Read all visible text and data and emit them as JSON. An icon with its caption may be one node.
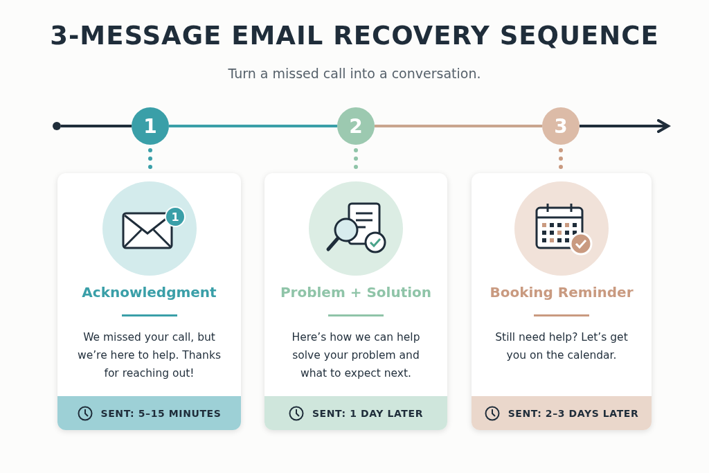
{
  "diagram": {
    "title": "3-MESSAGE EMAIL RECOVERY SEQUENCE",
    "caption": "Turn a missed call into a conversation.",
    "nodes": [
      {
        "text": [],
        "shape": "circle"
      },
      {
        "text": [
          "1"
        ]
      },
      {
        "text": [
          "2"
        ]
      },
      {
        "text": [
          "3"
        ]
      },
      {
        "text": [
          "Acknowledgment",
          "We missed your call, but we’re here to help. Thanks for reaching out!",
          "SENT: 5–15 MINUTES"
        ]
      },
      {
        "text": [
          "Problem + Solution",
          "Here’s how we can help solve your problem and what to expect next.",
          "SENT: 1 DAY LATER"
        ]
      },
      {
        "text": [
          "Booking Reminder",
          "Still need help? Let’s get you on the calendar.",
          "SENT: 2–3 DAYS LATER"
        ]
      }
    ],
    "edges": [
      {
        "from": 0,
        "to": 1,
        "arrow": "none",
        "color": "#1f2d3a"
      },
      {
        "from": 1,
        "to": 2,
        "arrow": "none",
        "color": "#3a9fa8"
      },
      {
        "from": 2,
        "to": 3,
        "arrow": "none",
        "color": "#c9a58e"
      },
      {
        "from": 3,
        "to": null,
        "arrow": "to",
        "color": "#1f2d3a"
      },
      {
        "from": 1,
        "to": 4,
        "arrow": "none",
        "style": "dashed",
        "color": "#3a9fa8"
      },
      {
        "from": 2,
        "to": 5,
        "arrow": "none",
        "style": "dashed",
        "color": "#8fc4a8"
      },
      {
        "from": 3,
        "to": 6,
        "arrow": "none",
        "style": "dashed",
        "color": "#c99a80"
      }
    ],
    "labels": [
      "1"
    ]
  }
}
